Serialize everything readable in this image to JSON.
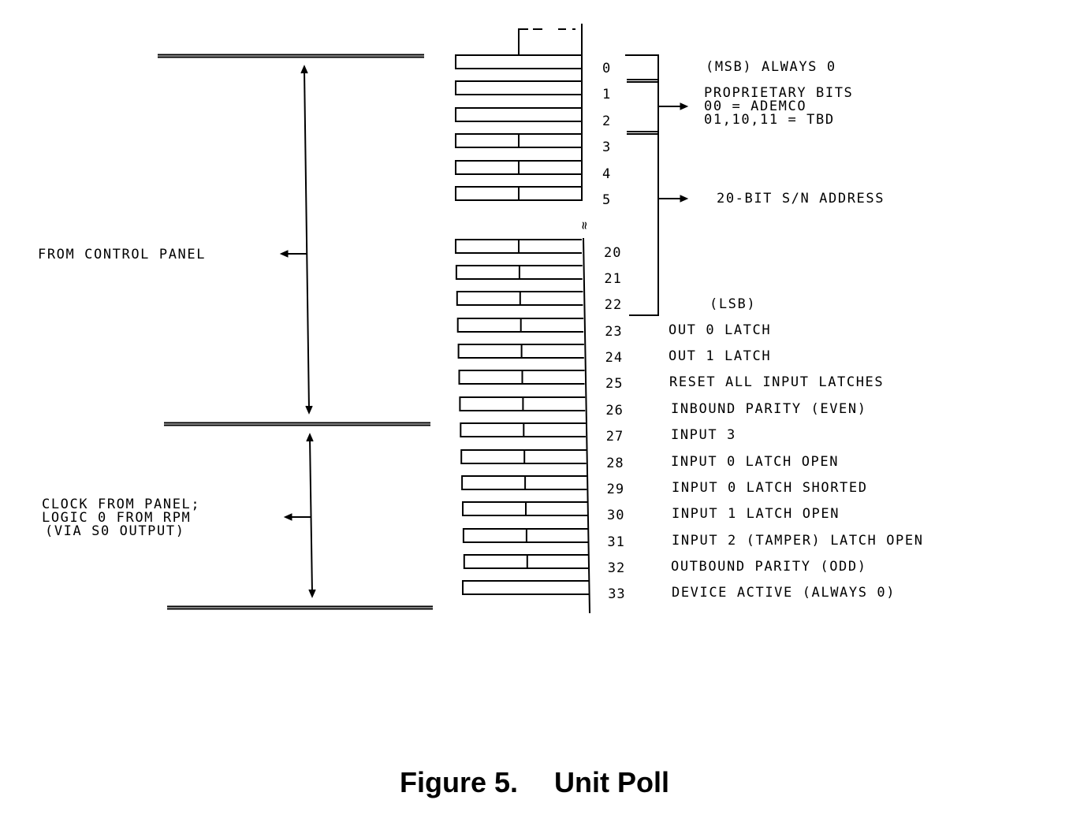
{
  "figure": {
    "number": "Figure 5.",
    "title": "Unit Poll"
  },
  "left_labels": {
    "from_control_panel": "FROM CONTROL PANEL",
    "clock_lines": [
      "CLOCK FROM PANEL;",
      "LOGIC 0 FROM RPM",
      "(VIA S0 OUTPUT)"
    ]
  },
  "bit_numbers": [
    "0",
    "1",
    "2",
    "3",
    "4",
    "5",
    "20",
    "21",
    "22",
    "23",
    "24",
    "25",
    "26",
    "27",
    "28",
    "29",
    "30",
    "31",
    "32",
    "33"
  ],
  "annotations": {
    "msb": "(MSB) ALWAYS 0",
    "proprietary_lines": [
      "PROPRIETARY BITS",
      "00 = ADEMCO",
      "01,10,11 = TBD"
    ],
    "address": "20-BIT S/N ADDRESS",
    "lsb": "(LSB)",
    "break_mark": "≈"
  },
  "bit_descriptions": [
    "OUT 0 LATCH",
    "OUT 1 LATCH",
    "RESET ALL INPUT LATCHES",
    "INBOUND PARITY (EVEN)",
    "INPUT 3",
    "INPUT 0 LATCH OPEN",
    "INPUT 0 LATCH SHORTED",
    "INPUT 1 LATCH OPEN",
    "INPUT 2 (TAMPER) LATCH OPEN",
    "OUTBOUND PARITY (ODD)",
    "DEVICE ACTIVE (ALWAYS 0)"
  ]
}
